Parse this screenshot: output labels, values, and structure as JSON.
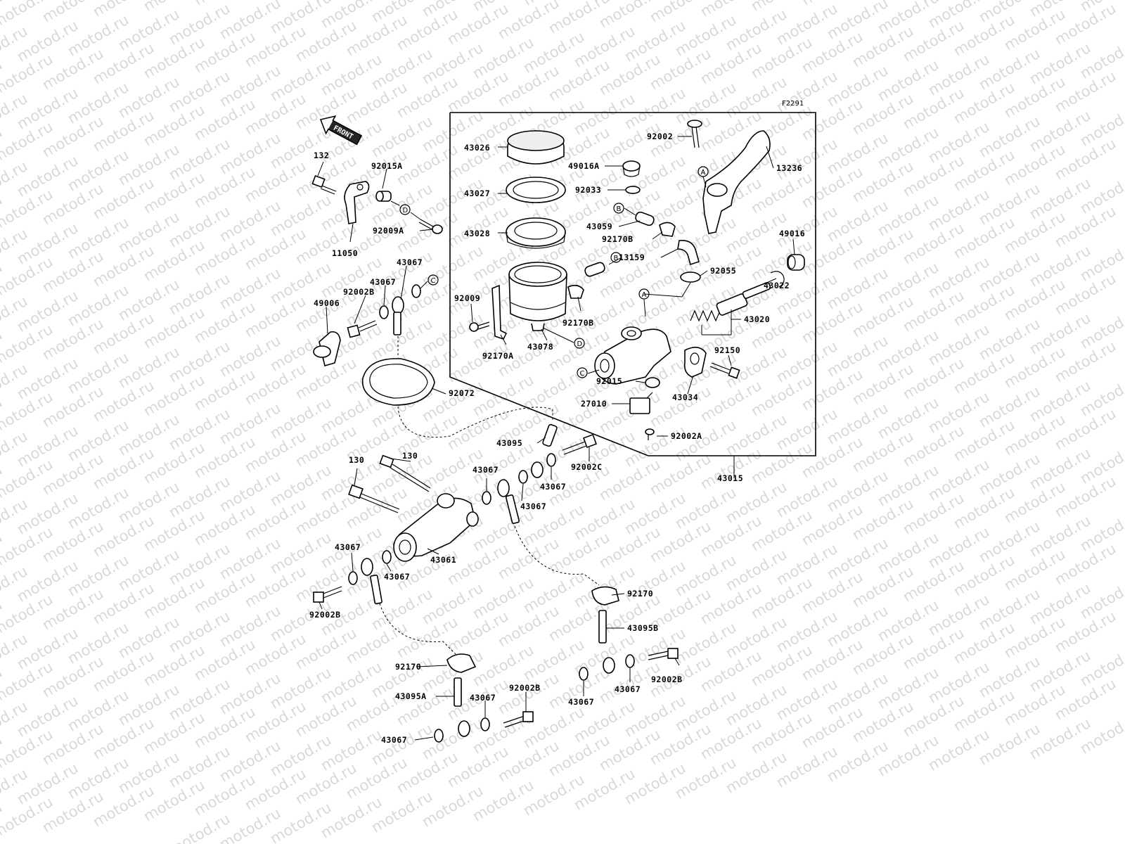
{
  "watermark": "motod.ru",
  "figure_code": "F2291",
  "front_label": "FRONT",
  "refs": {
    "A": "A",
    "B": "B",
    "C": "C",
    "D": "D"
  },
  "parts": {
    "p132": "132",
    "p92015A": "92015A",
    "p92009A": "92009A",
    "p11050": "11050",
    "p43026": "43026",
    "p43027": "43027",
    "p43028": "43028",
    "p92009": "92009",
    "p92170A": "92170A",
    "p43078": "43078",
    "p92170B_a": "92170B",
    "p49016A": "49016A",
    "p92033": "92033",
    "p43059": "43059",
    "p92170B_b": "92170B",
    "p13159": "13159",
    "p92002": "92002",
    "p13236": "13236",
    "p49016": "49016",
    "p92055": "92055",
    "p43022": "43022",
    "p43020": "43020",
    "p92150": "92150",
    "p92015": "92015",
    "p43034": "43034",
    "p27010": "27010",
    "p92002A": "92002A",
    "p43015": "43015",
    "p43067_a": "43067",
    "p43067_b": "43067",
    "p92002B_a": "92002B",
    "p49006": "49006",
    "p92072": "92072",
    "p43095": "43095",
    "p92002C": "92002C",
    "p43067_c": "43067",
    "p43067_d": "43067",
    "p43067_e": "43067",
    "p130_a": "130",
    "p130_b": "130",
    "p43061": "43061",
    "p43067_f": "43067",
    "p43067_g": "43067",
    "p92002B_b": "92002B",
    "p92170_a": "92170",
    "p43095B": "43095B",
    "p92002B_c": "92002B",
    "p43067_h": "43067",
    "p43067_i": "43067",
    "p92170_b": "92170",
    "p43095A": "43095A",
    "p43067_j": "43067",
    "p92002B_d": "92002B",
    "p43067_k": "43067"
  }
}
